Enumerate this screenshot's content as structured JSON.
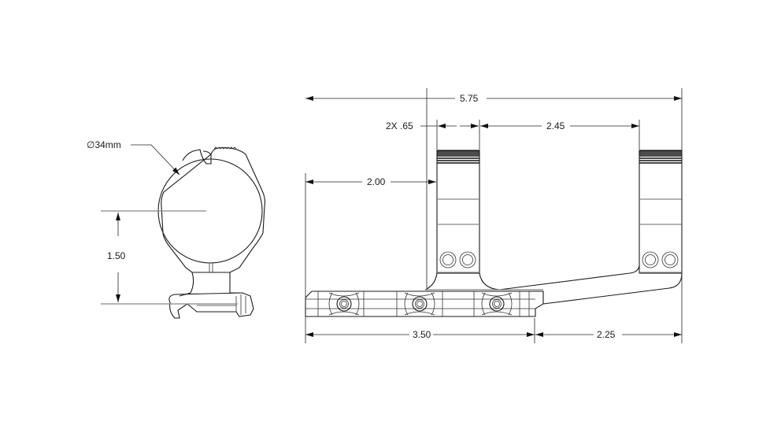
{
  "drawing": {
    "title": "Cantilever scope mount dimension drawing",
    "units": "inches",
    "colors": {
      "line": "#1a1a1a",
      "background": "#ffffff",
      "hatch": "#888888"
    }
  },
  "front_view": {
    "ring_diameter_label": "∅34mm",
    "height_label": "1.50"
  },
  "side_view": {
    "overall_length_label": "5.75",
    "ring_width_label": "2X .65",
    "ring_spacing_label": "2.45",
    "rear_offset_label": "2.00",
    "base_length_label": "3.50",
    "cantilever_label": "2.25"
  }
}
